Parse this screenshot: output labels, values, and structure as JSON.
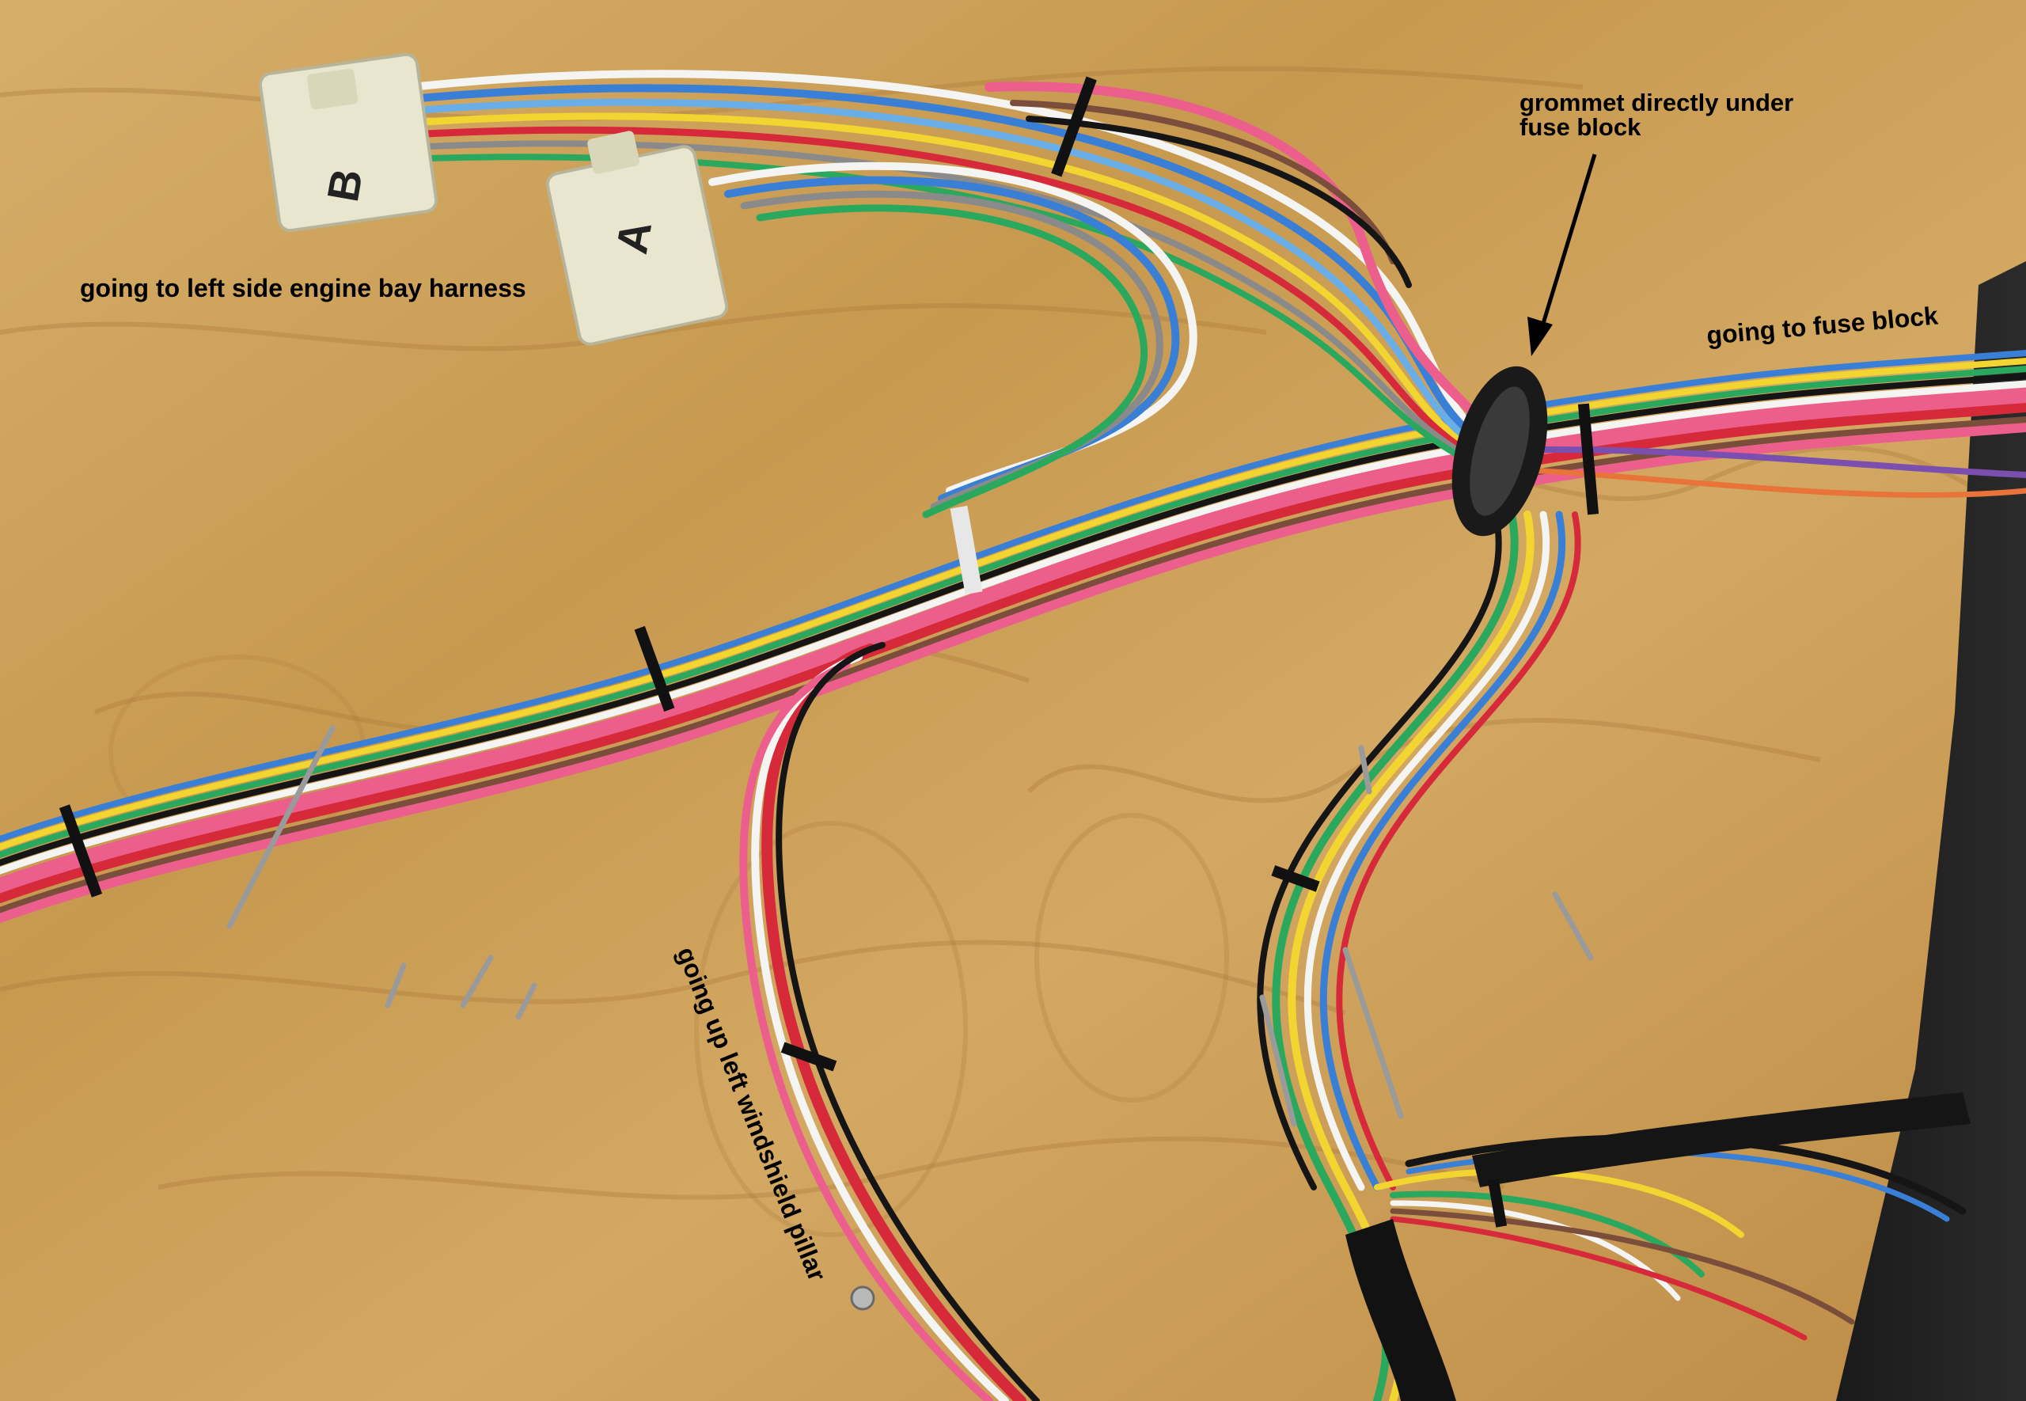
{
  "annotations": {
    "left_harness": "going to left side engine bay harness",
    "grommet_line1": "grommet directly under",
    "grommet_line2": "fuse block",
    "fuse_block": "going to fuse block",
    "windshield_pillar": "going up left windshield pillar"
  },
  "connectors": {
    "connector_b": "B",
    "connector_a": "A"
  },
  "colors": {
    "plywood": "#c99e58",
    "plywood_dark": "#a97b3c",
    "red": "#d62a3a",
    "pink": "#ec5f8c",
    "blue": "#3a7fd6",
    "light_blue": "#6aaee8",
    "yellow": "#f2d530",
    "green": "#2aa85e",
    "white": "#f4f4f2",
    "black": "#151515",
    "brown": "#7a4e3a",
    "purple": "#7b4fb0",
    "gray": "#8a8a8a",
    "connector": "#e8e6cf"
  }
}
